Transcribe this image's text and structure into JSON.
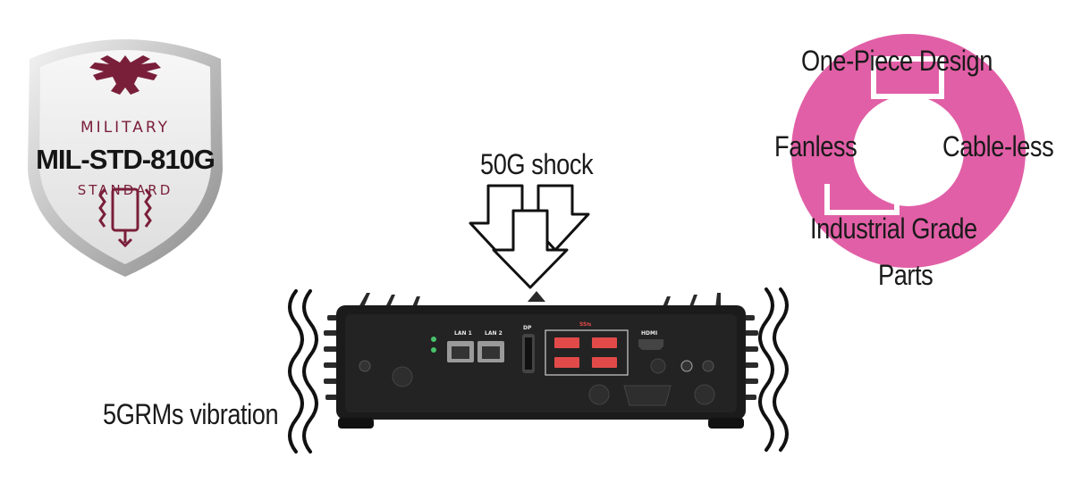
{
  "badge": {
    "line1": "MILITARY",
    "line2": "MIL-STD-810G",
    "line3": "STANDARD"
  },
  "labels": {
    "shock": "50G shock",
    "vibration": "5GRMs vibration"
  },
  "features": {
    "top": "One-Piece Design",
    "left": "Fanless",
    "right": "Cable-less",
    "bottom_line1": "Industrial Grade",
    "bottom_line2": "Parts"
  },
  "device": {
    "lan1": "LAN 1",
    "lan2": "LAN 2",
    "dp": "DP",
    "usb": "SS⇆",
    "hdmi": "HDMI"
  },
  "colors": {
    "ring": "#e15fa6",
    "badge_accent": "#7a1f3a",
    "device_body": "#1b1b1b",
    "usb_port": "#e24a4a"
  }
}
